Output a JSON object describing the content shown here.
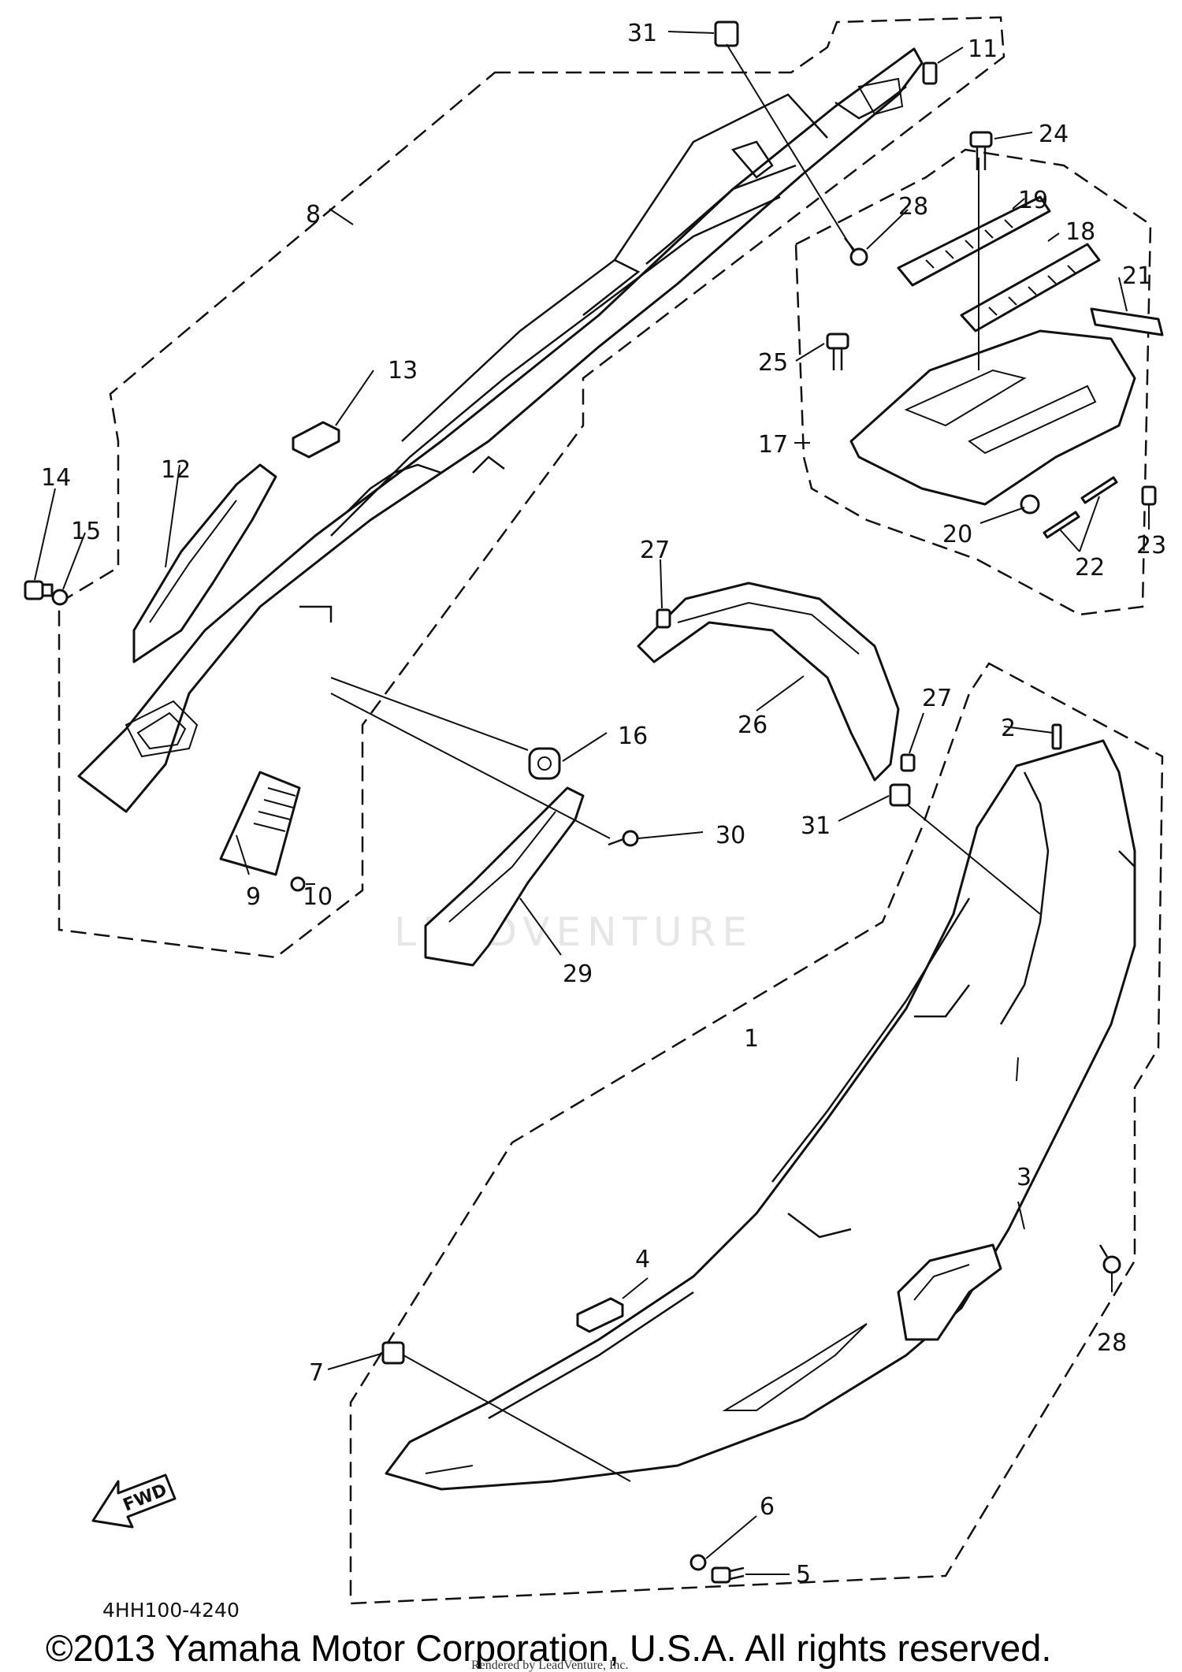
{
  "diagram_code": "4HH100-4240",
  "copyright": "©2013 Yamaha Motor Corporation, U.S.A. All rights reserved.",
  "rendered_by": "Rendered by LeadVenture, Inc.",
  "watermark": "LEADVENTURE",
  "fwd_label": "FWD",
  "callouts": [
    {
      "id": "c31a",
      "label": "31"
    },
    {
      "id": "c11",
      "label": "11"
    },
    {
      "id": "c24",
      "label": "24"
    },
    {
      "id": "c8",
      "label": "8"
    },
    {
      "id": "c28a",
      "label": "28"
    },
    {
      "id": "c19",
      "label": "19"
    },
    {
      "id": "c18",
      "label": "18"
    },
    {
      "id": "c21",
      "label": "21"
    },
    {
      "id": "c25",
      "label": "25"
    },
    {
      "id": "c13",
      "label": "13"
    },
    {
      "id": "c17",
      "label": "17"
    },
    {
      "id": "c14",
      "label": "14"
    },
    {
      "id": "c12",
      "label": "12"
    },
    {
      "id": "c15",
      "label": "15"
    },
    {
      "id": "c20",
      "label": "20"
    },
    {
      "id": "c23",
      "label": "23"
    },
    {
      "id": "c22",
      "label": "22"
    },
    {
      "id": "c27a",
      "label": "27"
    },
    {
      "id": "c27b",
      "label": "27"
    },
    {
      "id": "c2",
      "label": "2"
    },
    {
      "id": "c26",
      "label": "26"
    },
    {
      "id": "c16",
      "label": "16"
    },
    {
      "id": "c31b",
      "label": "31"
    },
    {
      "id": "c30",
      "label": "30"
    },
    {
      "id": "c9",
      "label": "9"
    },
    {
      "id": "c10",
      "label": "10"
    },
    {
      "id": "c29",
      "label": "29"
    },
    {
      "id": "c1",
      "label": "1"
    },
    {
      "id": "c3",
      "label": "3"
    },
    {
      "id": "c4",
      "label": "4"
    },
    {
      "id": "c28b",
      "label": "28"
    },
    {
      "id": "c7",
      "label": "7"
    },
    {
      "id": "c6",
      "label": "6"
    },
    {
      "id": "c5",
      "label": "5"
    }
  ]
}
